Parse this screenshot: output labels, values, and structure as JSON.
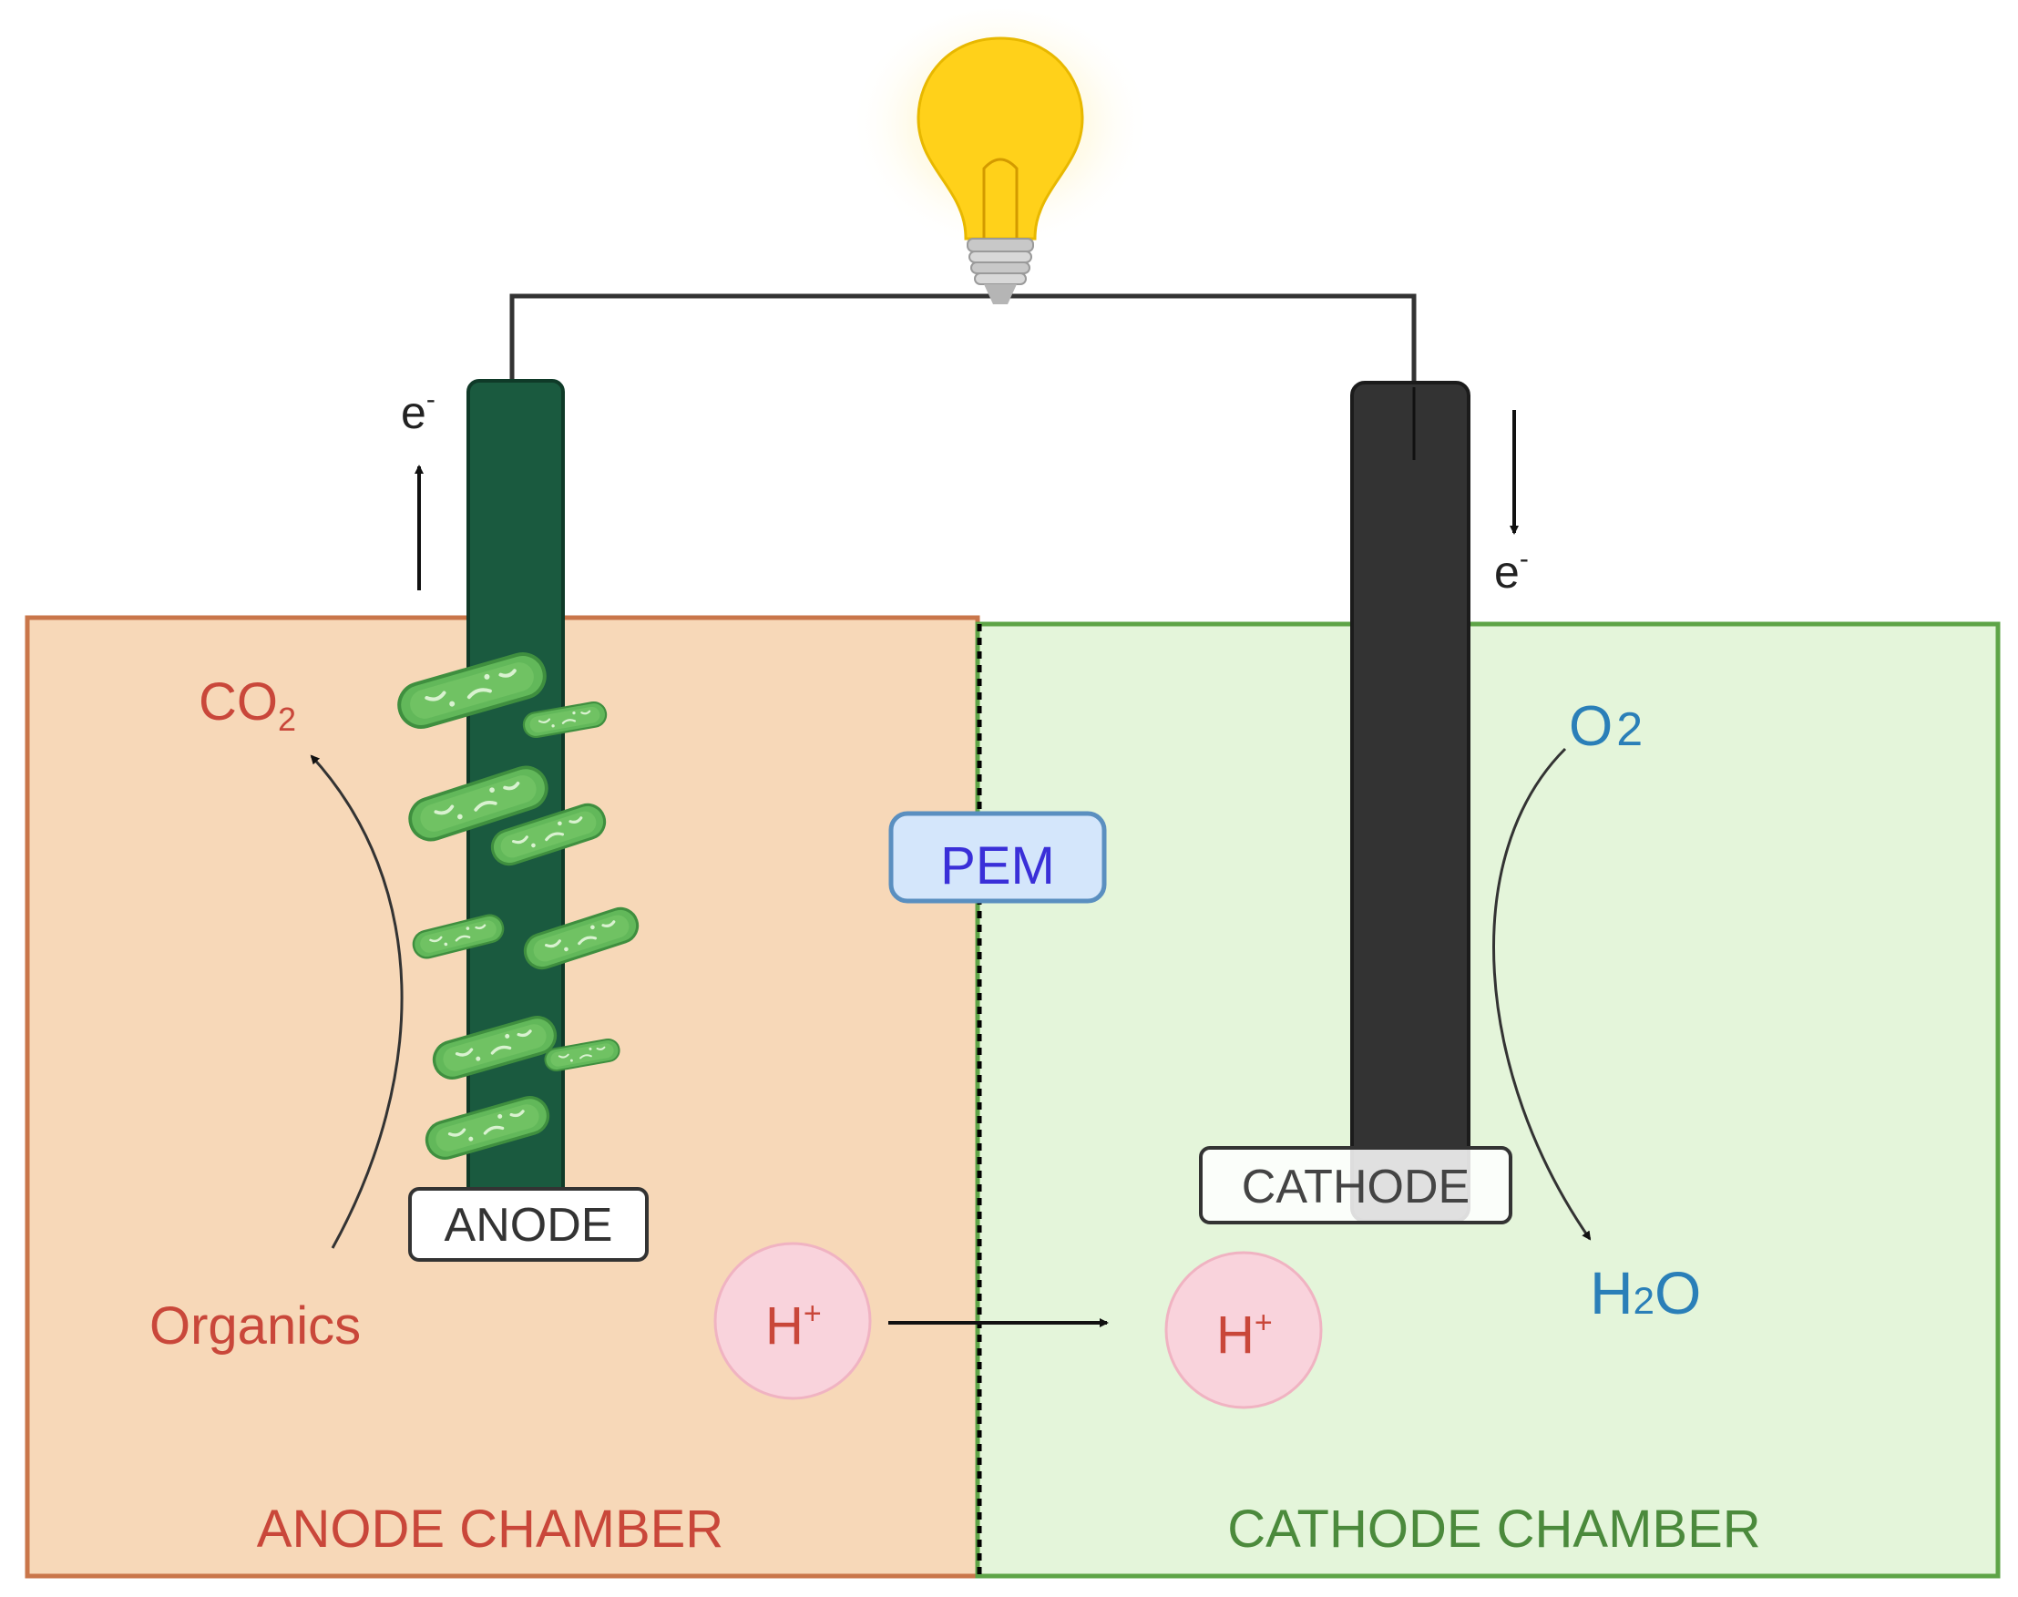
{
  "labels": {
    "electron_top": "e",
    "electron_right": "e",
    "electron_sup": "-",
    "co2_main": "CO",
    "co2_sub": "2",
    "o2_main": "O",
    "o2_sub": "2",
    "h2o_h": "H",
    "h2o_sub": "2",
    "h2o_o": "O",
    "proton_main": "H",
    "proton_sup": "+",
    "pem": "PEM",
    "anode": "ANODE",
    "cathode": "CATHODE",
    "organics": "Organics",
    "anode_chamber": "ANODE CHAMBER",
    "cathode_chamber": "CATHODE CHAMBER"
  },
  "colors": {
    "anode_chamber_fill": "#f7d8b8",
    "anode_chamber_border": "#c9764a",
    "cathode_chamber_fill": "#e4f5da",
    "cathode_chamber_border": "#5ea447",
    "anode_electrode": "#1a5a3f",
    "cathode_electrode": "#333333",
    "bacteria": "#5cb85c",
    "bulb": "#ffd11a",
    "red_text": "#c9473a",
    "green_text": "#4b8a3c",
    "blue_text": "#2a7fb8",
    "pem_text": "#3a2fd8",
    "pem_fill": "#d4e6fb",
    "proton_fill": "#f9d3dc"
  },
  "icons": [
    "light-bulb-icon",
    "bacteria-icon",
    "arrow-icon"
  ]
}
